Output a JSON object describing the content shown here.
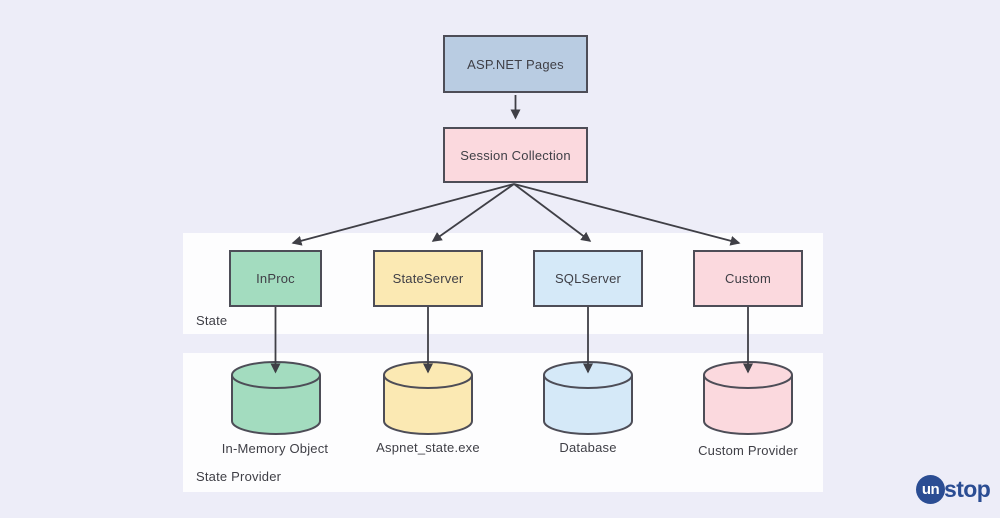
{
  "canvas": {
    "background": "#EDEDF8",
    "band_background": "#FDFDFE",
    "shape_border": "#4D4D57",
    "arrow_color": "#3F3F46",
    "text_color": "#3F3F46"
  },
  "flow": {
    "top_node": {
      "label": "ASP.NET Pages",
      "fill": "#B9CCE2"
    },
    "session_node": {
      "label": "Session Collection",
      "fill": "#FBD9DE"
    },
    "state_band": {
      "label": "State",
      "nodes": [
        {
          "label": "InProc",
          "fill": "#A3DCBF"
        },
        {
          "label": "StateServer",
          "fill": "#FBE9B3"
        },
        {
          "label": "SQLServer",
          "fill": "#D5E9F8"
        },
        {
          "label": "Custom",
          "fill": "#FBD9DE"
        }
      ]
    },
    "provider_band": {
      "label": "State Provider",
      "stores": [
        {
          "label": "In-Memory Object",
          "fill": "#A3DCBF"
        },
        {
          "label": "Aspnet_state.exe",
          "fill": "#FBE9B3"
        },
        {
          "label": "Database",
          "fill": "#D5E9F8"
        },
        {
          "label": "Custom Provider",
          "fill": "#FBD9DE"
        }
      ]
    }
  },
  "branding": {
    "logo_un": "un",
    "logo_stop": "stop",
    "logo_color": "#2B4D93"
  }
}
